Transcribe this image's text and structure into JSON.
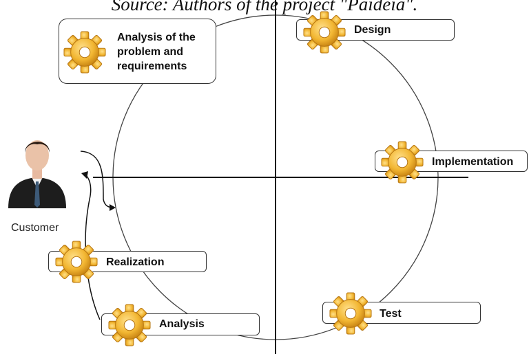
{
  "caption": "Source: Authors of the project \"Paideia\".",
  "actor": {
    "label": "Customer",
    "icon": "customer-avatar-icon"
  },
  "phases": {
    "analysis_requirements": "Analysis of the\nproblem and\nrequirements",
    "design": "Design",
    "implementation": "Implementation",
    "test": "Test",
    "analysis": "Analysis",
    "realization": "Realization"
  },
  "colors": {
    "gear": "#f2b632",
    "gear_dark": "#c47f10",
    "line": "#222222"
  }
}
